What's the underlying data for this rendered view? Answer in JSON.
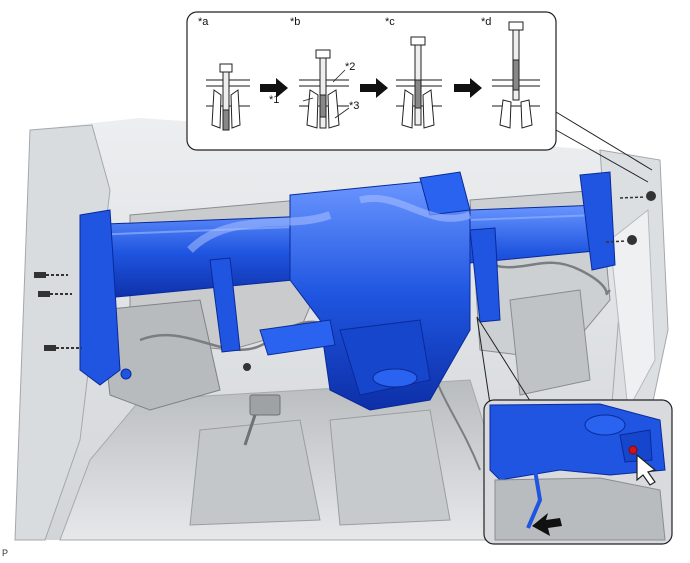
{
  "labels": {
    "step_a": "*a",
    "step_b": "*b",
    "step_c": "*c",
    "step_d": "*d",
    "callout_1": "*1",
    "callout_2": "*2",
    "callout_3": "*3"
  },
  "footer_code": "P",
  "colors": {
    "part_blue": "#1f55e0",
    "part_blue_dark": "#0d2fa8",
    "part_blue_light": "#5c8cff",
    "engine_gray": "#c9cbcd",
    "engine_dark": "#8a8d90",
    "detail_red": "#d0121b",
    "arrow": "#111111"
  },
  "icons": {
    "step_arrow": "arrow-right-icon",
    "removal_arrow": "arrow-left-icon",
    "hand_cursor": "pointer-arrow-icon"
  }
}
